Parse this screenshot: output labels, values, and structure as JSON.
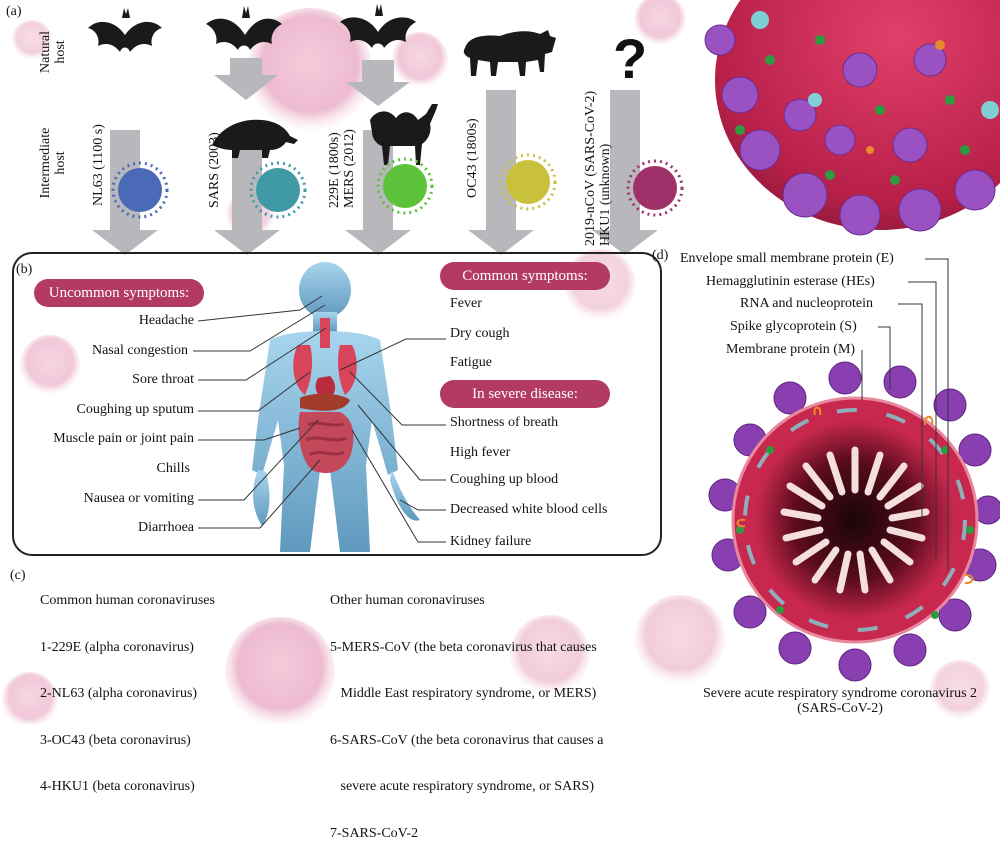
{
  "panel_labels": {
    "a": "(a)",
    "b": "(b)",
    "c": "(c)",
    "d": "(d)"
  },
  "hosts": {
    "natural_label": [
      "Natural",
      "host"
    ],
    "intermediate_label": [
      "Intermediate",
      "host"
    ],
    "question_mark": "?",
    "columns": [
      {
        "lines": [
          "NL63 (1100 s)"
        ],
        "virus_color": "#4a6ab8"
      },
      {
        "lines": [
          "SARS (2003)"
        ],
        "virus_color": "#3f9aa6"
      },
      {
        "lines": [
          "229E (1800s)",
          "MERS (2012)"
        ],
        "virus_color": "#5cc23a"
      },
      {
        "lines": [
          "OC43 (1800s)"
        ],
        "virus_color": "#c9c13d"
      },
      {
        "lines": [
          "2019-nCoV (SARS-CoV-2)",
          "HKU1 (unknown)"
        ],
        "virus_color": "#a0306a"
      }
    ]
  },
  "symptoms": {
    "uncommon_title": "Uncommon symptoms:",
    "uncommon": [
      "Headache",
      "Nasal congestion",
      "Sore throat",
      "Coughing up sputum",
      "Muscle pain or joint pain",
      "Chills",
      "Nausea or vomiting",
      "Diarrhoea"
    ],
    "common_title": "Common symptoms:",
    "common": [
      "Fever",
      "Dry cough",
      "Fatigue"
    ],
    "severe_title": "In severe disease:",
    "severe": [
      "Shortness of breath",
      "High fever",
      "Coughing up blood",
      "Decreased white blood cells",
      "Kidney failure"
    ]
  },
  "coronaviruses": {
    "common_title": "Common human coronaviruses",
    "common": [
      "1-229E (alpha coronavirus)",
      "2-NL63 (alpha coronavirus)",
      "3-OC43 (beta coronavirus)",
      "4-HKU1 (beta coronavirus)"
    ],
    "other_title": "Other human coronaviruses",
    "other": [
      "5-MERS-CoV (the beta coronavirus that causes",
      "   Middle East respiratory syndrome, or MERS)",
      "6-SARS-CoV (the beta coronavirus that causes a",
      "   severe acute respiratory syndrome, or SARS)",
      "7-SARS-CoV-2"
    ]
  },
  "structure": {
    "labels": [
      "Envelope small membrane protein (E)",
      "Hemagglutinin esterase (HEs)",
      "RNA and nucleoprotein",
      "Spike glycoprotein (S)",
      "Membrane protein (M)"
    ],
    "caption_line1": "Severe acute respiratory syndrome coronavirus 2",
    "caption_line2": "(SARS-CoV-2)"
  },
  "colors": {
    "accent": "#b23a63",
    "arrow": "#b8b8bc",
    "virus_red": "#c8284e",
    "spike_purple": "#8a3fb0"
  }
}
